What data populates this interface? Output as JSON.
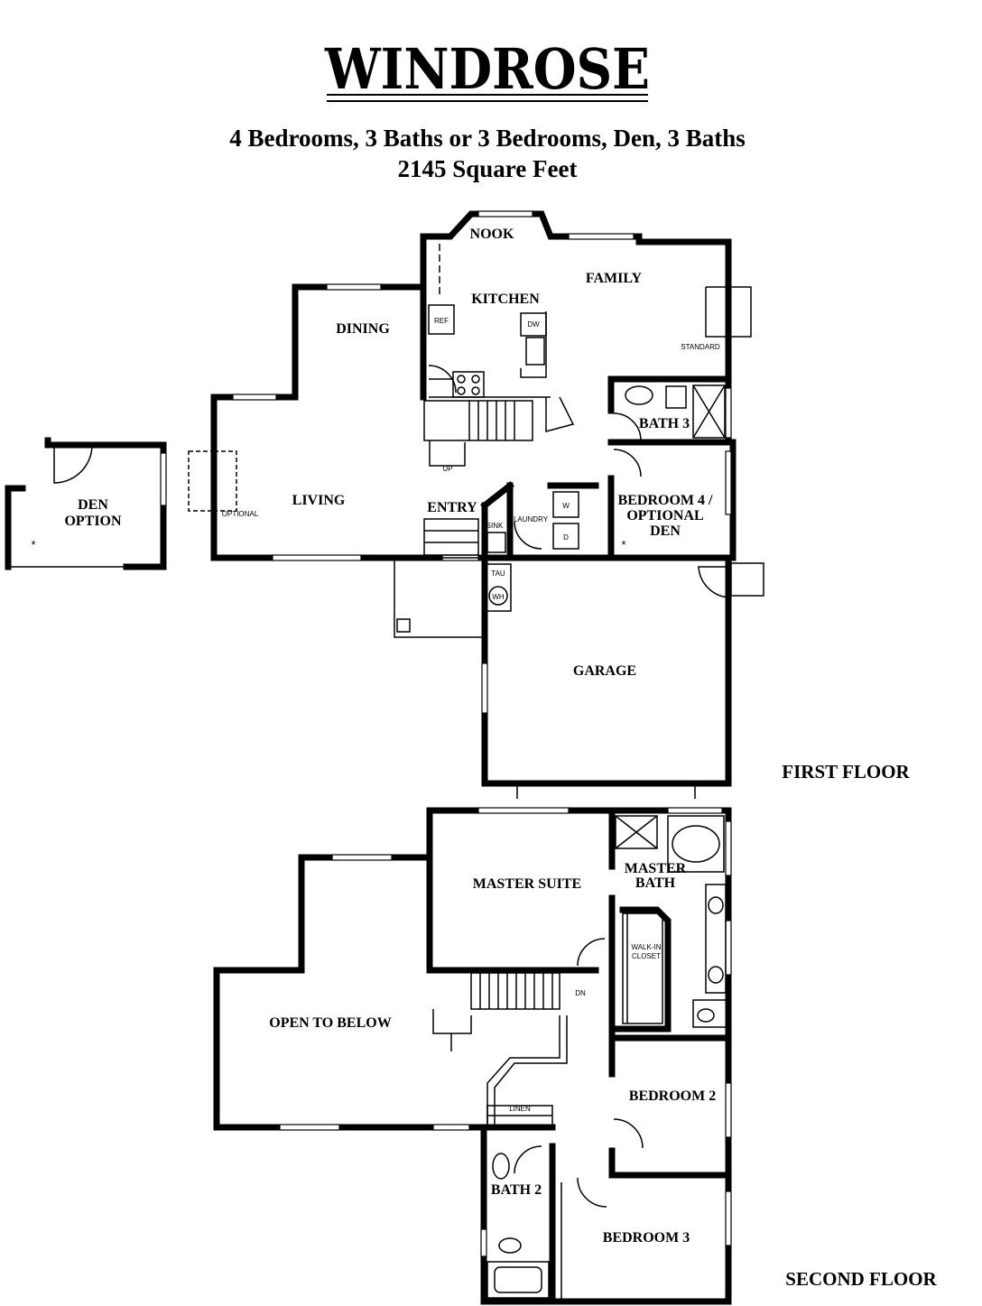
{
  "header": {
    "title": "WINDROSE",
    "subtitle": "4 Bedrooms, 3 Baths or 3 Bedrooms, Den, 3 Baths",
    "square_feet": "2145 Square Feet"
  },
  "floors": {
    "first": "FIRST FLOOR",
    "second": "SECOND FLOOR"
  },
  "first_floor": {
    "nook": "NOOK",
    "family": "FAMILY",
    "kitchen": "KITCHEN",
    "dining": "DINING",
    "living": "LIVING",
    "entry": "ENTRY",
    "bath3": "BATH 3",
    "bedroom4_line1": "BEDROOM 4 /",
    "bedroom4_line2": "OPTIONAL",
    "bedroom4_line3": "DEN",
    "laundry": "LAUNDRY",
    "sink": "SINK",
    "garage": "GARAGE",
    "den_option_line1": "DEN",
    "den_option_line2": "OPTION",
    "ref": "REF",
    "dw": "DW",
    "standard": "STANDARD",
    "optional": "OPTIONAL",
    "up": "UP",
    "washer": "W",
    "dryer": "D",
    "tau": "TAU",
    "wh": "WH",
    "asterisk": "*"
  },
  "second_floor": {
    "master_suite": "MASTER SUITE",
    "master_bath_line1": "MASTER",
    "master_bath_line2": "BATH",
    "walk_in_line1": "WALK-IN",
    "walk_in_line2": "CLOSET",
    "open_to_below": "OPEN TO BELOW",
    "dn": "DN",
    "bedroom2": "BEDROOM 2",
    "linen": "LINEN",
    "bath2": "BATH 2",
    "bedroom3": "BEDROOM 3"
  }
}
